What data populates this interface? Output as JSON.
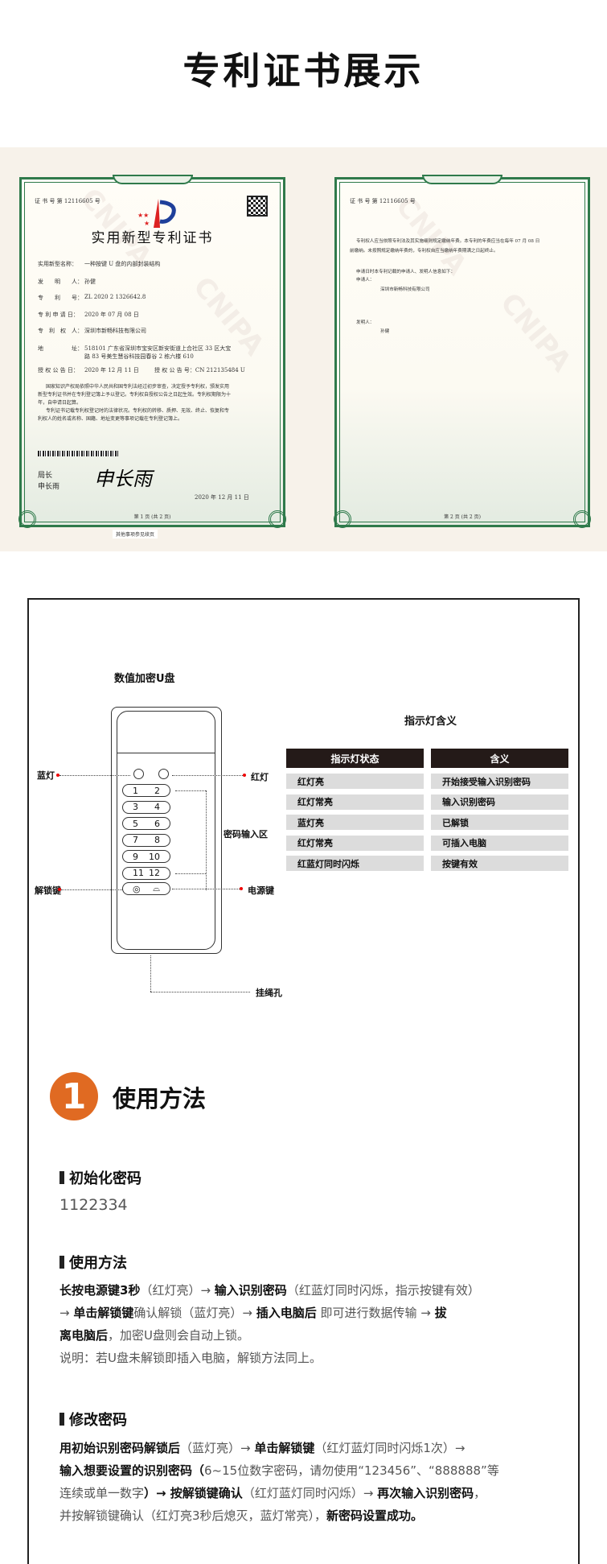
{
  "header": {
    "title": "专利证书展示"
  },
  "certificate_front": {
    "cert_no": "证 书 号 第 12116605 号",
    "title": "实用新型专利证书",
    "fields": [
      {
        "label": "实用新型名称：",
        "value": "一种按键 U 盘的内部封装结构"
      },
      {
        "label": "发　　明　　人：",
        "value": "孙健"
      },
      {
        "label": "专　　利　　号：",
        "value": "ZL 2020 2 1326642.8"
      },
      {
        "label": "专 利 申 请 日：",
        "value": "2020 年 07 月 08 日"
      },
      {
        "label": "专　利　权　人：",
        "value": "深圳市新畅科技有限公司"
      },
      {
        "label": "地　　　　　址：",
        "value": "518101 广东省深圳市宝安区新安街道上合社区 33 区大宝"
      },
      {
        "label": "",
        "value": "路 83 号美生慧谷科技园春谷 2 栋六楼 610"
      },
      {
        "label": "授 权 公 告 日：",
        "value": "2020 年 12 月 11 日"
      }
    ],
    "announce_no": "授 权 公 告 号：CN 212135484 U",
    "body1": "国家知识产权局依照中华人民共和国专利法经过初步审查，决定授予专利权，颁发实用",
    "body2": "新型专利证书并在专利登记簿上予以登记。专利权自授权公告之日起生效。专利权期限为十",
    "body3": "年，自申请日起算。",
    "body4": "专利证书记载专利权登记时的法律状况。专利权的转移、质押、无效、终止、恢复和专",
    "body5": "利权人的姓名或名称、国籍、地址变更等事项记载在专利登记簿上。",
    "director_title": "局长",
    "director_name": "申长雨",
    "signature": "申长雨",
    "date": "2020 年 12 月 11 日",
    "page": "第 1 页 (共 2 页)",
    "footnote": "其他事项参见续页",
    "watermark": "CNIPA"
  },
  "certificate_back": {
    "cert_no": "证 书 号 第 12116605 号",
    "line1": "专利权人应当依照专利法及其实施细则规定缴纳年费。本专利的年费应当在每年 07 月 08 日",
    "line2": "前缴纳。未按照规定缴纳年费的，专利权自应当缴纳年费期满之日起终止。",
    "line3": "申请日时本专利记载的申请人、发明人信息如下：",
    "applicant_label": "申请人：",
    "applicant": "深圳市新畅科技有限公司",
    "inventor_label": "发明人：",
    "inventor": "孙健",
    "page": "第 2 页 (共 2 页)",
    "watermark": "CNIPA"
  },
  "diagram": {
    "title": "数值加密U盘",
    "labels": {
      "blue_light": "蓝灯",
      "red_light": "红灯",
      "keypad": "密码输入区",
      "unlock_key": "解锁键",
      "power_key": "电源键",
      "lanyard": "挂绳孔"
    },
    "keys": [
      [
        "1",
        "2"
      ],
      [
        "3",
        "4"
      ],
      [
        "5",
        "6"
      ],
      [
        "7",
        "8"
      ],
      [
        "9",
        "10"
      ],
      [
        "11",
        "12"
      ]
    ],
    "accent": "#e00000"
  },
  "indicator_table": {
    "title": "指示灯含义",
    "headers": [
      "指示灯状态",
      "含义"
    ],
    "rows": [
      [
        "红灯亮",
        "开始接受输入识别密码"
      ],
      [
        "红灯常亮",
        "输入识别密码"
      ],
      [
        "蓝灯亮",
        "已解锁"
      ],
      [
        "红灯常亮",
        "可插入电脑"
      ],
      [
        "红蓝灯同时闪烁",
        "按键有效"
      ]
    ]
  },
  "usage": {
    "number": "1",
    "number_color": "#e06a22",
    "title": "使用方法",
    "init_title": "初始化密码",
    "init_value": "1122334",
    "method_title": "使用方法",
    "method_lines": [
      [
        {
          "t": "长按电源键3秒",
          "b": true
        },
        {
          "t": "（红灯亮）→ "
        },
        {
          "t": "输入识别密码",
          "b": true
        },
        {
          "t": "（红蓝灯同时闪烁，指示按键有效）"
        }
      ],
      [
        {
          "t": " → "
        },
        {
          "t": "单击解锁键",
          "b": true
        },
        {
          "t": "确认解锁（蓝灯亮）→ "
        },
        {
          "t": "插入电脑后",
          "b": true
        },
        {
          "t": " 即可进行数据传输 → "
        },
        {
          "t": "拔",
          "b": true
        }
      ],
      [
        {
          "t": "离电脑后",
          "b": true
        },
        {
          "t": "，加密U盘则会自动上锁。"
        }
      ],
      [
        {
          "t": "说明：若U盘未解锁即插入电脑，解锁方法同上。"
        }
      ]
    ],
    "change_title": "修改密码",
    "change_lines": [
      [
        {
          "t": "用初始识别密码解锁后",
          "b": true
        },
        {
          "t": "（蓝灯亮）→ "
        },
        {
          "t": "单击解锁键",
          "b": true
        },
        {
          "t": "（红灯蓝灯同时闪烁1次）→"
        }
      ],
      [
        {
          "t": "输入想要设置的识别密码（",
          "b": true
        },
        {
          "t": "6~15位数字密码，请勿使用“123456”、“888888”等"
        }
      ],
      [
        {
          "t": "连续或单一数字"
        },
        {
          "t": "）→ 按解锁键确认",
          "b": true
        },
        {
          "t": "（红灯蓝灯同时闪烁）→ "
        },
        {
          "t": "再次输入识别密码",
          "b": true
        },
        {
          "t": "，"
        }
      ],
      [
        {
          "t": "并按解锁键确认（红灯亮3秒后熄灭，蓝灯常亮），"
        },
        {
          "t": "新密码设置成功。",
          "b": true
        }
      ]
    ]
  }
}
